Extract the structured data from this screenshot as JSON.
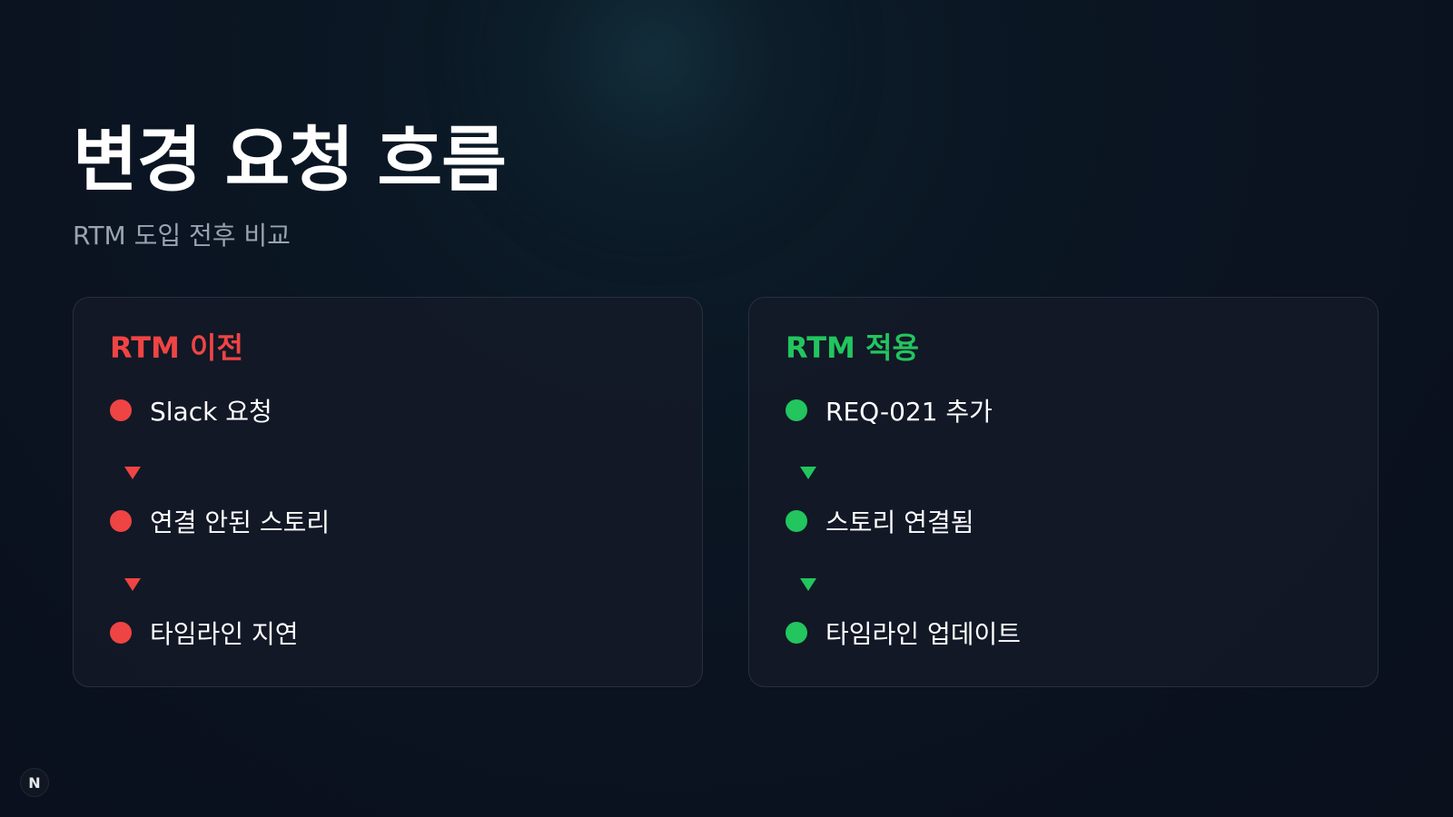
{
  "slide": {
    "title": "변경 요청 흐름",
    "subtitle": "RTM 도입 전후 비교"
  },
  "before_card": {
    "title": "RTM 이전",
    "accent_color": "#ef4444",
    "steps": [
      {
        "label": "Slack 요청"
      },
      {
        "label": "연결 안된 스토리"
      },
      {
        "label": "타임라인 지연"
      }
    ]
  },
  "after_card": {
    "title": "RTM 적용",
    "accent_color": "#22c55e",
    "steps": [
      {
        "label": "REQ-021 추가"
      },
      {
        "label": "스토리 연결됨"
      },
      {
        "label": "타임라인 업데이트"
      }
    ]
  },
  "badge": {
    "icon": "n-logo-icon",
    "letter": "N"
  }
}
